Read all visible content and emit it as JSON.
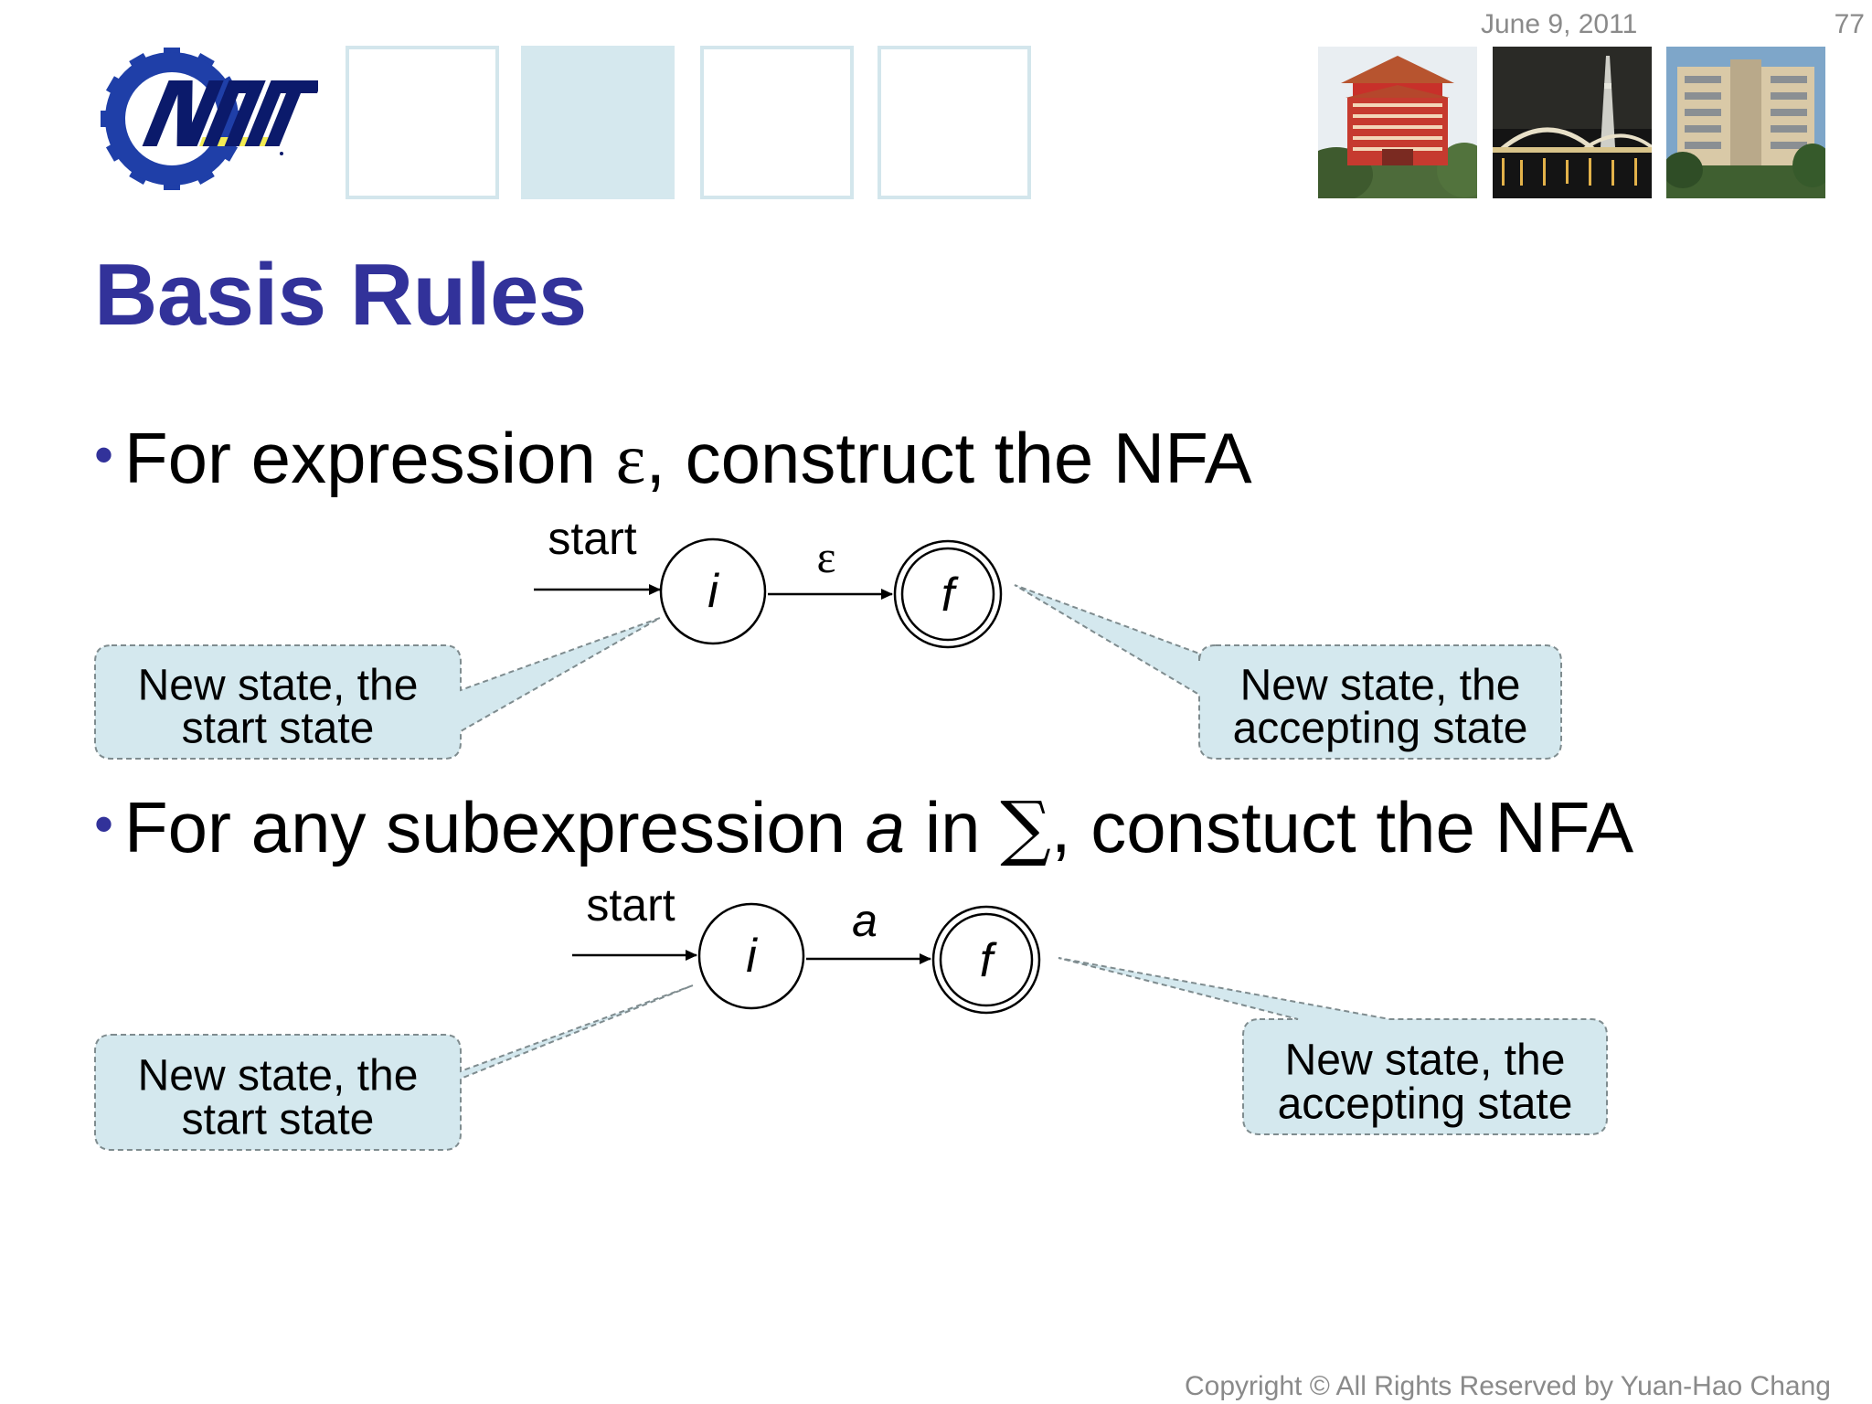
{
  "header": {
    "date": "June 9, 2011",
    "page_number": "77",
    "logo_text": "NTUT",
    "logo_colors": {
      "gear": "#1f3fa8",
      "text": "#0b1a6b",
      "accent": "#f2ec55"
    },
    "deco_color": "#d5e8ee"
  },
  "title": "Basis Rules",
  "bullets": [
    {
      "before": "For expression ",
      "symbol": "ε",
      "after": ", construct the NFA"
    },
    {
      "before": "For any subexpression ",
      "italic": "a",
      "middle": " in ",
      "symbol": "∑",
      "after": ", constuct the NFA"
    }
  ],
  "diagrams": [
    {
      "start_label": "start",
      "transition_label": "ε",
      "start_state": "i",
      "final_state": "f",
      "callout_start": {
        "line1": "New state, the",
        "line2": "start state"
      },
      "callout_final": {
        "line1": "New state, the",
        "line2": "accepting state"
      }
    },
    {
      "start_label": "start",
      "transition_label": "a",
      "start_state": "i",
      "final_state": "f",
      "callout_start": {
        "line1": "New state, the",
        "line2": "start state"
      },
      "callout_final": {
        "line1": "New state, the",
        "line2": "accepting state"
      }
    }
  ],
  "colors": {
    "title": "#32329a",
    "callout_fill": "#d4e8ee",
    "callout_border": "#7f8c8f",
    "meta_text": "#8a8a8a"
  },
  "footer": "Copyright © All Rights Reserved by Yuan-Hao Chang"
}
